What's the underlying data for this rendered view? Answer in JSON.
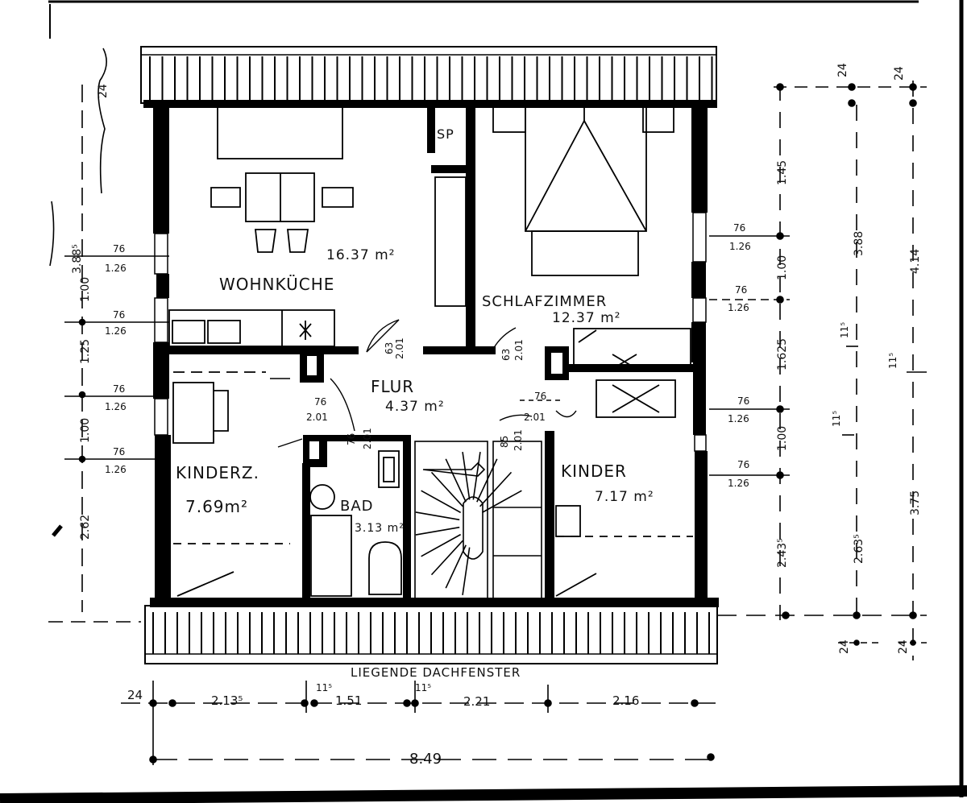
{
  "rooms": {
    "wohnkueche": {
      "name": "WOHNKÜCHE",
      "area": "16.37 m²"
    },
    "schlafzimmer": {
      "name": "SCHLAFZIMMER",
      "area": "12.37 m²"
    },
    "flur": {
      "name": "FLUR",
      "area": "4.37 m²"
    },
    "kinderzimmer": {
      "name": "KINDERZ.",
      "area": "7.69m²"
    },
    "bad": {
      "name": "BAD",
      "area": "3.13 m²"
    },
    "kinder": {
      "name": "KINDER",
      "area": "7.17 m²"
    },
    "sp": {
      "name": "SP"
    }
  },
  "roof_window_label": "LIEGENDE DACHFENSTER",
  "dimensions": {
    "bottom": {
      "d1": "24",
      "d2": "2.13⁵",
      "d3": "1.51",
      "d4": "2.21",
      "d5": "2.16",
      "total": "8.49",
      "s1": "11⁵",
      "s2": "11⁵"
    },
    "left": {
      "top": "24",
      "total": "3.88⁵",
      "h100a": "1.00",
      "h125": "1.25",
      "h100b": "1.00",
      "h262": "2.62"
    },
    "right": {
      "t1": "24",
      "t2": "24",
      "h145": "1.45",
      "h100": "1.00",
      "h1625": "1.625",
      "h100b": "1.00",
      "h243": "2.43⁵",
      "h263": "2.63⁵",
      "total": "4.14",
      "mid": "3.88",
      "h375": "3.75",
      "bot1": "24",
      "bot2": "24"
    },
    "windows_left": [
      {
        "w": "76",
        "h": "1.26"
      },
      {
        "w": "76",
        "h": "1.26"
      },
      {
        "w": "76",
        "h": "1.26"
      },
      {
        "w": "76",
        "h": "1.26"
      }
    ],
    "windows_right": [
      {
        "w": "76",
        "h": "1.26"
      },
      {
        "w": "76",
        "h": "1.26"
      },
      {
        "w": "76",
        "h": "1.26"
      },
      {
        "w": "76",
        "h": "1.26"
      }
    ],
    "doors": [
      {
        "w": "63",
        "h": "2.01"
      },
      {
        "w": "63",
        "h": "2.01"
      },
      {
        "w": "76",
        "h": "2.01"
      },
      {
        "w": "76",
        "h": "2.01"
      },
      {
        "w": "76",
        "h": "2.01"
      },
      {
        "w": "85",
        "h": "2.01"
      }
    ],
    "misc": {
      "s115a": "11⁵",
      "s115b": "11⁵",
      "s115c": "11⁵"
    }
  }
}
